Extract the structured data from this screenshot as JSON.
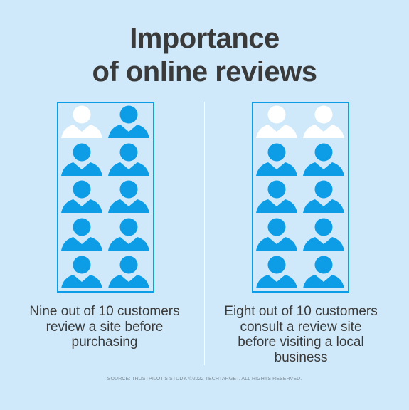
{
  "title": {
    "line1": "Importance",
    "line2": "of online reviews"
  },
  "colors": {
    "background": "#cfe9fa",
    "person_filled": "#0d9ce6",
    "person_empty": "#ffffff",
    "frame": "#0d9ce6",
    "text": "#3a3a3a"
  },
  "panels": [
    {
      "total": 10,
      "highlighted": 9,
      "caption_lines": [
        "Nine out of 10 customers",
        "review a site before",
        "purchasing"
      ]
    },
    {
      "total": 10,
      "highlighted": 8,
      "caption_lines": [
        "Eight out of 10 customers",
        "consult a review site",
        "before visiting a local",
        "business"
      ]
    }
  ],
  "source": "SOURCE: TRUSTPILOT'S STUDY. ©2022 TECHTARGET. ALL RIGHTS RESERVED."
}
